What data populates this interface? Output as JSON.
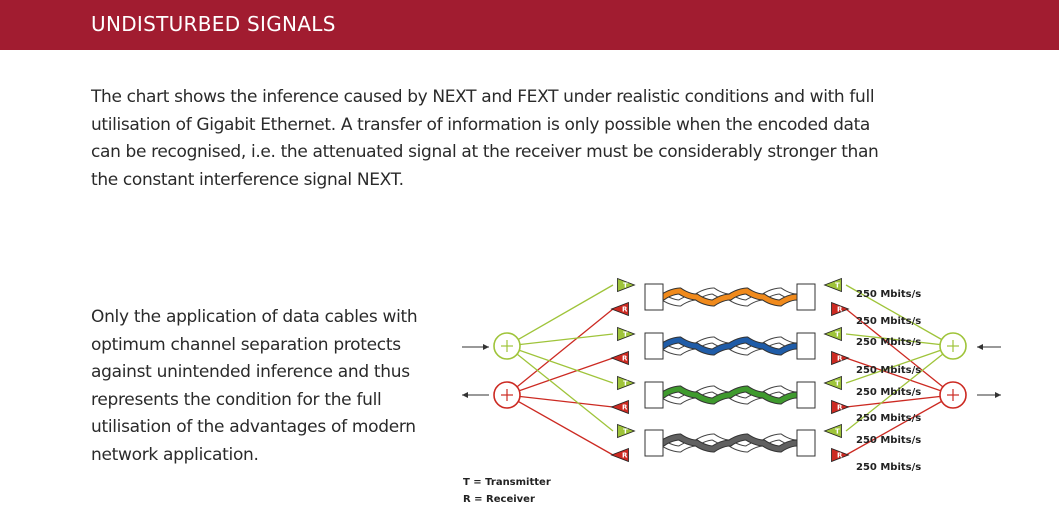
{
  "header": {
    "title": "UNDISTURBED SIGNALS"
  },
  "intro": {
    "text": "The chart shows the inference caused by NEXT and FEXT under realistic conditions and with full utilisation of Gigabit Ethernet. A transfer of information is only possible when the encoded data can be recognised, i.e. the attenuated signal at the receiver must be considerably stronger than the constant interference signal NEXT."
  },
  "side": {
    "text": "Only the application of data cables with optimum channel separation protects against unintended inference and thus represents the condition for the full utilisation of the advantages of modern network application."
  },
  "diagram": {
    "t_symbol": "T",
    "r_symbol": "R",
    "rate_labels": [
      "250 Mbits/s",
      "250 Mbits/s",
      "250 Mbits/s",
      "250 Mbits/s",
      "250 Mbits/s",
      "250 Mbits/s",
      "250 Mbits/s",
      "250 Mbits/s"
    ],
    "legend": {
      "transmitter": "T = Transmitter",
      "receiver": "R = Receiver"
    },
    "colors": {
      "pair_1": "#f08a1c",
      "pair_2": "#1f5ca8",
      "pair_3": "#3f9a2e",
      "pair_4": "#606060",
      "transmitter": "#9fc43a",
      "receiver": "#cc2a22"
    }
  }
}
